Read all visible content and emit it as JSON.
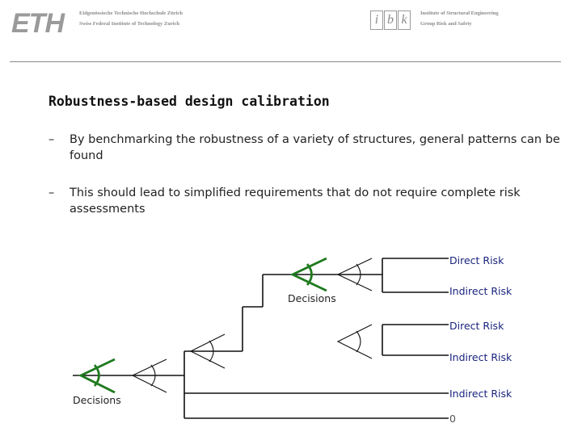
{
  "header": {
    "eth_logo": "ETH",
    "eth_line1": "Eidgenössische Technische Hochschule Zürich",
    "eth_line2": "Swiss Federal Institute of Technology Zurich",
    "ibk_letters": [
      "i",
      "b",
      "k"
    ],
    "ibk_line1": "Institute of Structural Engineering",
    "ibk_line2": "Group Risk and Safety"
  },
  "slide": {
    "title": "Robustness-based design calibration",
    "bullets": [
      {
        "dash": "–",
        "text": "By benchmarking the robustness of a variety of structures, general patterns can be found"
      },
      {
        "dash": "–",
        "text": "This should lead to simplified requirements that do not require complete risk assessments"
      }
    ]
  },
  "diagram": {
    "decision_labels": [
      "Decisions",
      "Decisions"
    ],
    "outcome_labels": [
      "Direct Risk",
      "Indirect Risk",
      "Direct Risk",
      "Indirect Risk",
      "Indirect Risk",
      "0"
    ],
    "colors": {
      "decision_node": "#1f7a1f",
      "chance_node": "#222222",
      "outcome_text": "#1a237e",
      "zero_text": "#555555"
    }
  }
}
